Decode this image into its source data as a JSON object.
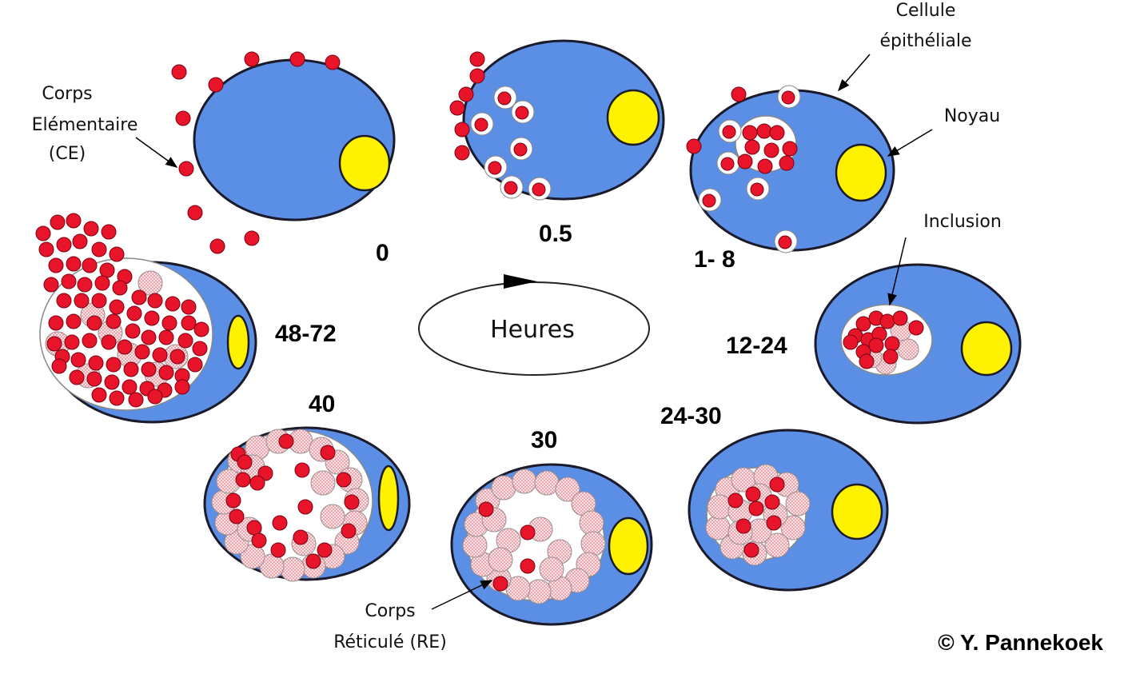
{
  "colors": {
    "cell": "#5b8fe6",
    "cell_stroke": "#1a1a2a",
    "nucleus": "#fff200",
    "eb": "#e8142a",
    "rb_fill": "#f6d5d8",
    "vacuole": "#ffffff"
  },
  "labels": {
    "ce_line1": "Corps",
    "ce_line2": "Elémentaire",
    "ce_line3": "(CE)",
    "cell_line1": "Cellule",
    "cell_line2": "épithéliale",
    "noyau": "Noyau",
    "inclusion": "Inclusion",
    "re_line1": "Corps",
    "re_line2": "Réticulé (RE)"
  },
  "center_label": "Heures",
  "credit": "© Y. Pannekoek",
  "stages": [
    {
      "id": "t0",
      "time": "0"
    },
    {
      "id": "t05",
      "time": "0.5"
    },
    {
      "id": "t1-8",
      "time": "1- 8"
    },
    {
      "id": "t12-24",
      "time": "12-24"
    },
    {
      "id": "t24-30",
      "time": "24-30"
    },
    {
      "id": "t30",
      "time": "30"
    },
    {
      "id": "t40",
      "time": "40"
    },
    {
      "id": "t48-72",
      "time": "48-72"
    }
  ]
}
